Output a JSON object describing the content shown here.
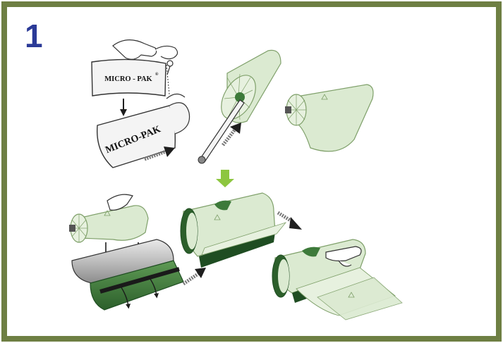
{
  "step": {
    "number": "1"
  },
  "package": {
    "brand_top": "MICRO - PAK",
    "brand_bottom": "MICRO-PAK",
    "trademark": "®"
  },
  "colors": {
    "frame": "#6e7f43",
    "step_number": "#2b3a97",
    "film": "#dbead1",
    "film_edge": "#7fa06a",
    "dispenser": "#3d7a3a",
    "dispenser_dark": "#1f4d22",
    "accent_arrow": "#8dc63f",
    "arrow": "#2a2a2a",
    "outline": "#333333"
  },
  "icons": [
    "hand-icon",
    "scissors-icon",
    "down-arrow-icon",
    "right-arrow-icon",
    "recycle-icon"
  ]
}
